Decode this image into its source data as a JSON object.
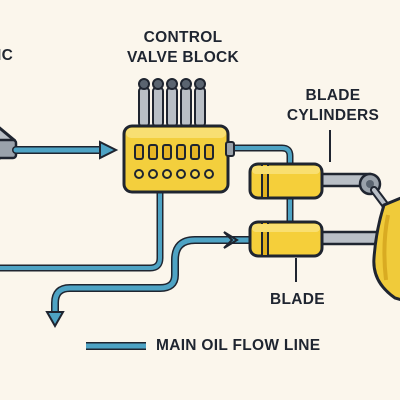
{
  "labels": {
    "cut_left": "IC",
    "control_valve_line1": "CONTROL",
    "control_valve_line2": "VALVE BLOCK",
    "blade_cylinders_line1": "BLADE",
    "blade_cylinders_line2": "CYLINDERS",
    "blade": "BLADE"
  },
  "legend": {
    "main_oil_flow": "MAIN OIL FLOW LINE"
  },
  "colors": {
    "background": "#fbf6ec",
    "oil_line": "#4ea3c4",
    "valve_yellow": "#f3cf3d",
    "cylinder_yellow": "#f5cf3a",
    "outline": "#1f2530",
    "steel": "#b9bfc6"
  }
}
